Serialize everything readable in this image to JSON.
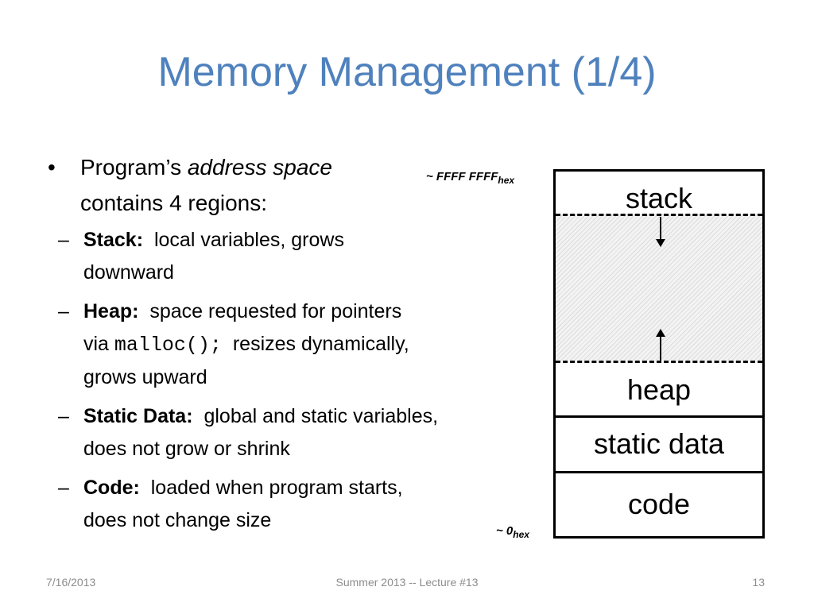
{
  "slide": {
    "title": "Memory Management (1/4)",
    "bullet": {
      "text_before": "Program’s ",
      "text_italic": "address space",
      "text_after": "contains 4 regions:"
    },
    "sub_items": [
      {
        "label": "Stack:",
        "desc": "local variables, grows downward"
      },
      {
        "label": "Heap:",
        "desc_before": "space requested for pointers via ",
        "code": "malloc();",
        "desc_after": "resizes dynamically, grows upward"
      },
      {
        "label": "Static Data:",
        "desc": "global and static variables, does not grow or shrink"
      },
      {
        "label": "Code:",
        "desc": "loaded when program starts, does not change size"
      }
    ]
  },
  "diagram": {
    "top_address": "~ FFFF FFFF",
    "top_address_sub": "hex",
    "bottom_address": "~ 0",
    "bottom_address_sub": "hex",
    "regions": [
      "stack",
      "heap",
      "static data",
      "code"
    ]
  },
  "footer": {
    "date": "7/16/2013",
    "center": "Summer 2013 -- Lecture #13",
    "page": "13"
  }
}
